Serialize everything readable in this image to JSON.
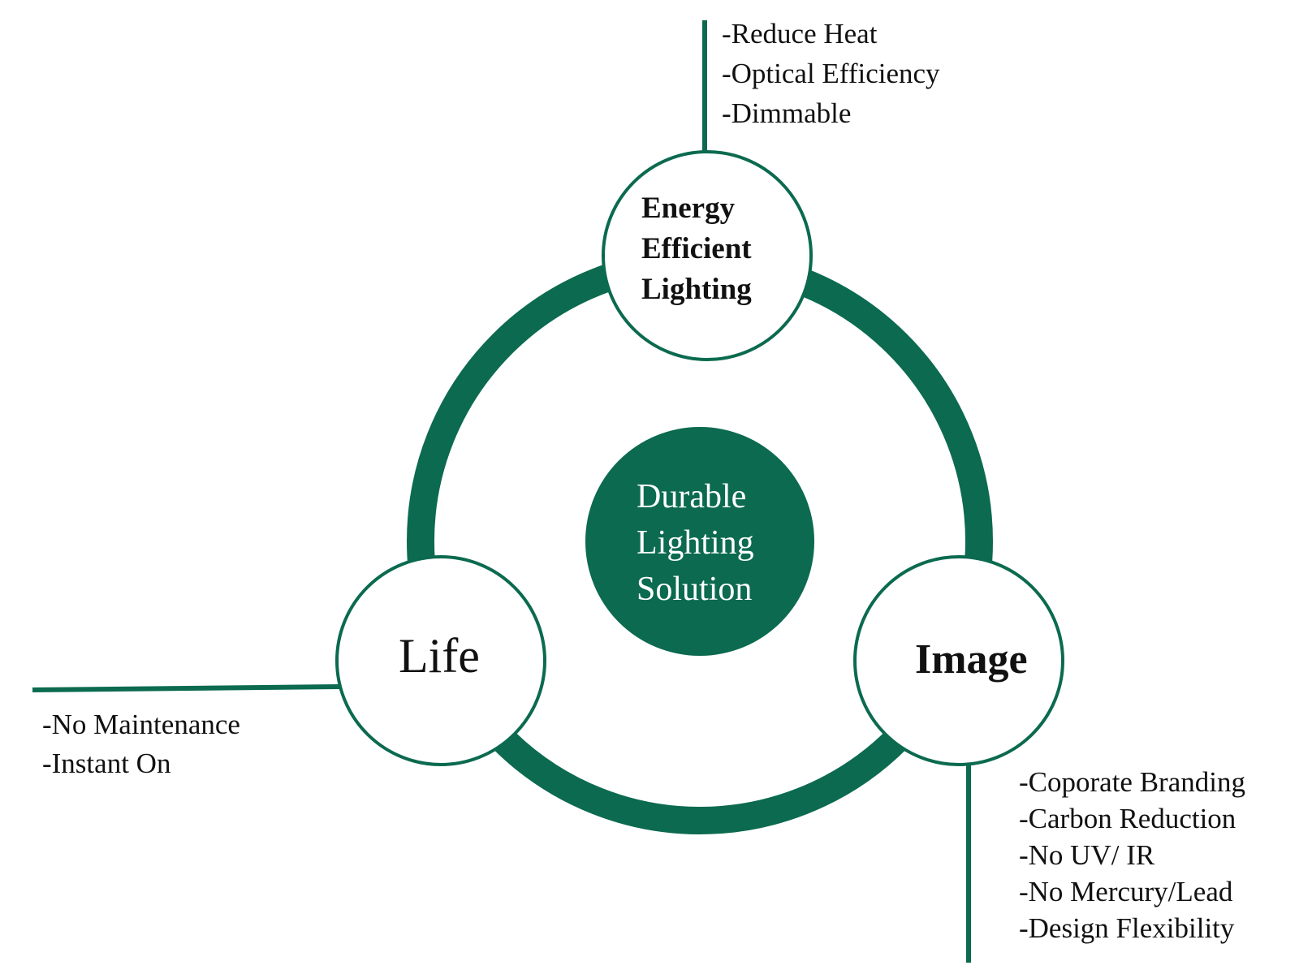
{
  "colors": {
    "accent": "#0b6a4f",
    "node_fill": "#ffffff",
    "text": "#111111",
    "center_text": "#ffffff"
  },
  "center": {
    "lines": [
      "Durable",
      "Lighting",
      "Solution"
    ]
  },
  "nodes": {
    "energy": {
      "title_lines": [
        "Energy",
        "Efficient",
        "Lighting"
      ],
      "bullets": [
        "-Reduce Heat",
        "-Optical Efficiency",
        "-Dimmable"
      ]
    },
    "life": {
      "title": "Life",
      "bullets": [
        "-No Maintenance",
        "-Instant On"
      ]
    },
    "image": {
      "title": "Image",
      "bullets": [
        "-Coporate Branding",
        "-Carbon Reduction",
        "-No UV/ IR",
        "-No Mercury/Lead",
        "-Design Flexibility"
      ]
    }
  }
}
